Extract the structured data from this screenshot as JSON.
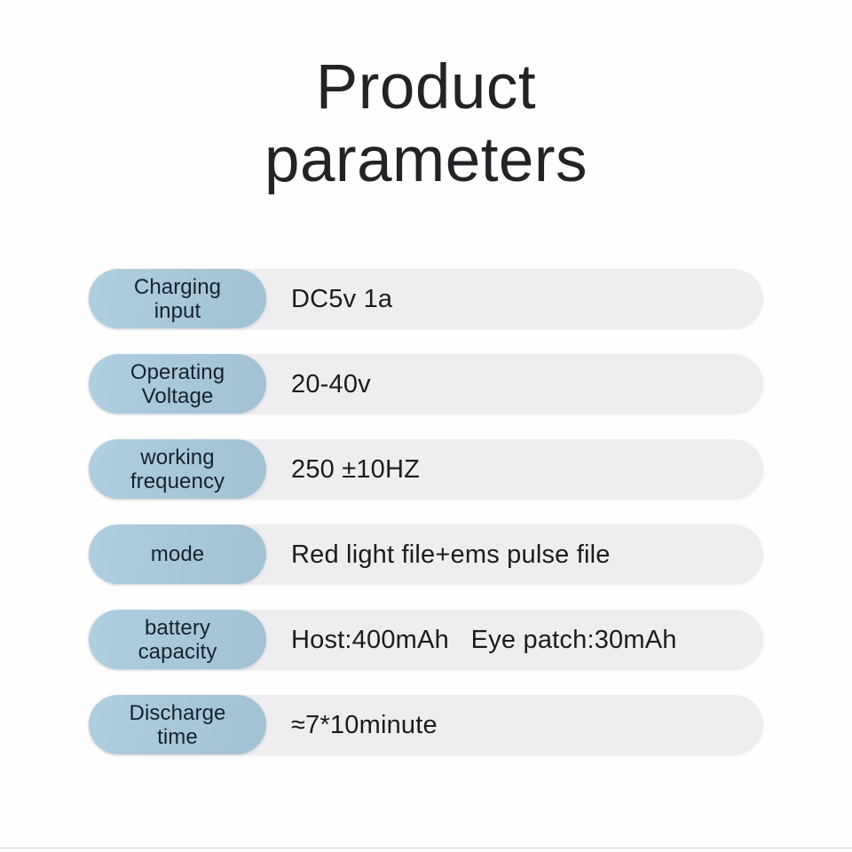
{
  "page": {
    "background_color": "#fefefe",
    "title_lines": [
      "Product",
      "parameters"
    ],
    "title_color": "#222326"
  },
  "theme": {
    "label_pill_color": "#a9c8da",
    "row_background_color": "#eeeef0",
    "label_text_color": "#16222f",
    "value_text_color": "#1b1c1e"
  },
  "spec_table": {
    "rows": [
      {
        "label": "Charging\ninput",
        "value": "DC5v 1a"
      },
      {
        "label": "Operating\nVoltage",
        "value": "20-40v"
      },
      {
        "label": "working\nfrequency",
        "value": "250 ±10HZ"
      },
      {
        "label": "mode",
        "value": "Red light file+ems pulse file"
      },
      {
        "label": "battery\ncapacity",
        "value": "Host:400mAh   Eye patch:30mAh"
      },
      {
        "label": "Discharge\ntime",
        "value": "≈7*10minute"
      }
    ]
  }
}
